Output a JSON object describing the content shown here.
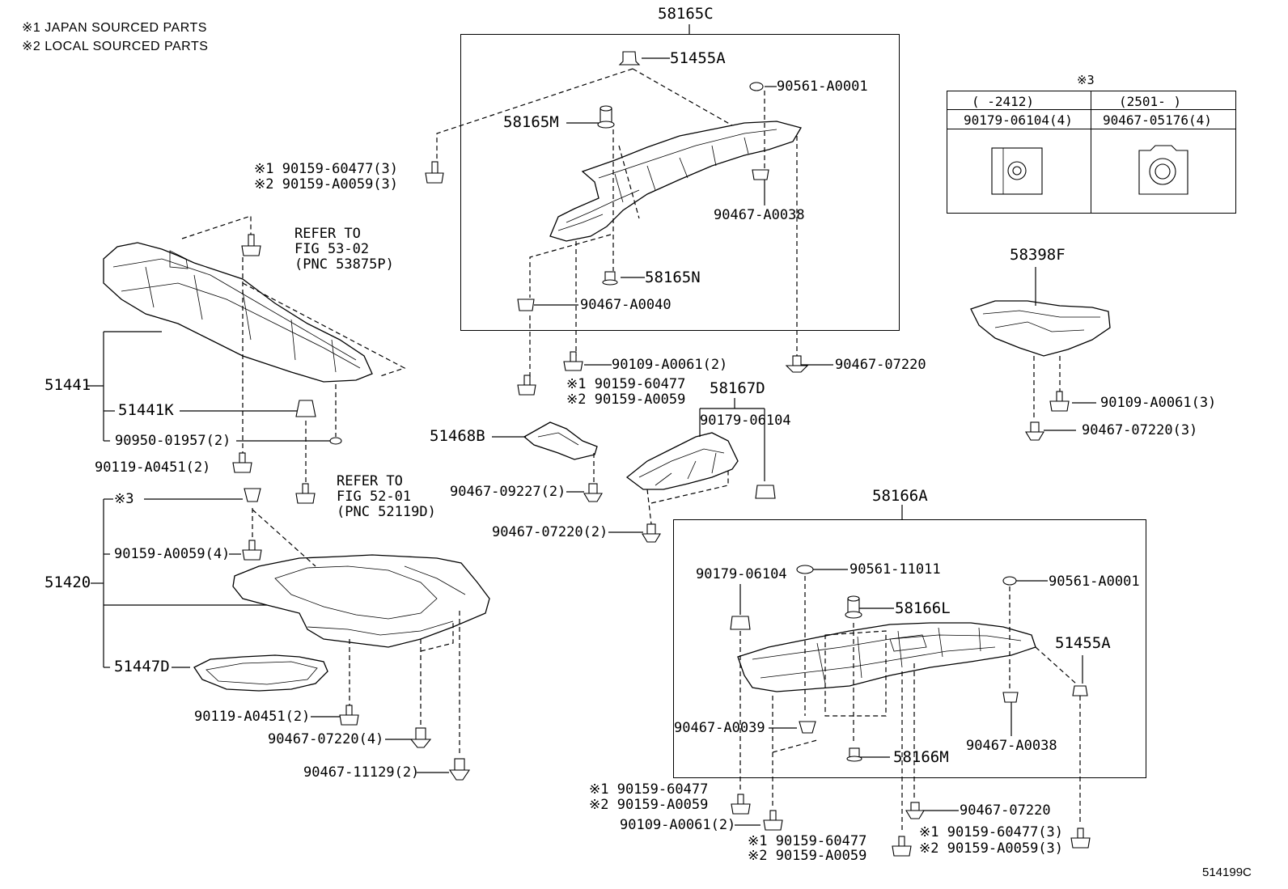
{
  "notes": {
    "japan": "※1 JAPAN SOURCED PARTS",
    "local": "※2 LOCAL SOURCED PARTS"
  },
  "groups": {
    "g58165C": "58165C",
    "g58166A": "58166A",
    "g58167D": "58167D",
    "g58398F": "58398F",
    "g51441": "51441",
    "g51420": "51420"
  },
  "table": {
    "mark": "※3",
    "col1_range": "(    -2412)",
    "col2_range": "(2501-     )",
    "col1_part": "90179-06104(4)",
    "col2_part": "90467-05176(4)"
  },
  "labels": {
    "p51455A_top": "51455A",
    "p90561_A0001_top": "90561-A0001",
    "p58165M": "58165M",
    "n1_90159_60477_3": "※1 90159-60477(3)",
    "n2_90159_A0059_3": "※2 90159-A0059(3)",
    "p90467_A0038_top": "90467-A0038",
    "p58165N": "58165N",
    "p90467_A0040": "90467-A0040",
    "p90109_A0061_2_top": "90109-A0061(2)",
    "n1_90159_60477_mid": "※1 90159-60477",
    "n2_90159_A0059_mid": "※2 90159-A0059",
    "p90467_07220_top": "90467-07220",
    "refer1_a": "REFER TO",
    "refer1_b": "FIG 53-02",
    "refer1_c": "(PNC 53875P)",
    "p51441K": "51441K",
    "p90950_01957": "90950-01957(2)",
    "p90119_A0451_top": "90119-A0451(2)",
    "refer2_a": "REFER TO",
    "refer2_b": "FIG 52-01",
    "refer2_c": "(PNC 52119D)",
    "mark3": "※3",
    "p90159_A0059_4": "90159-A0059(4)",
    "p51447D": "51447D",
    "p90119_A0451_bot": "90119-A0451(2)",
    "p90467_07220_4": "90467-07220(4)",
    "p90467_11129_2": "90467-11129(2)",
    "p51468B": "51468B",
    "p90467_09227_2": "90467-09227(2)",
    "p90467_07220_2_mid": "90467-07220(2)",
    "p90179_06104_mid": "90179-06104",
    "p90109_A0061_3": "90109-A0061(3)",
    "p90467_07220_3": "90467-07220(3)",
    "p90179_06104_bot": "90179-06104",
    "p90561_11011": "90561-11011",
    "p90561_A0001_bot": "90561-A0001",
    "p58166L": "58166L",
    "p51455A_bot": "51455A",
    "p90467_A0039": "90467-A0039",
    "p58166M": "58166M",
    "p90467_A0038_bot": "90467-A0038",
    "n1_bl": "※1 90159-60477",
    "n2_bl": "※2 90159-A0059",
    "p90109_A0061_2_bot": "90109-A0061(2)",
    "p90467_07220_bot": "90467-07220",
    "n1_bm": "※1 90159-60477",
    "n2_bm": "※2 90159-A0059",
    "n1_br": "※1 90159-60477(3)",
    "n2_br": "※2 90159-A0059(3)",
    "figure_id": "514199C"
  }
}
